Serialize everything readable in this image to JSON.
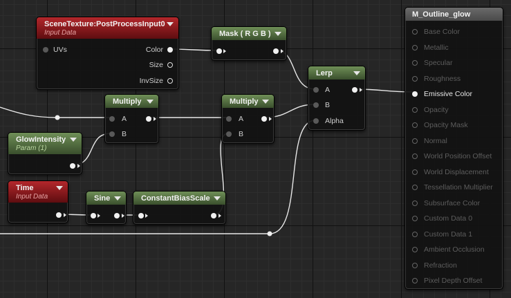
{
  "nodes": {
    "scene_texture": {
      "title": "SceneTexture:PostProcessInput0",
      "subtitle": "Input Data",
      "input_uvs": "UVs",
      "out_color": "Color",
      "out_size": "Size",
      "out_invsize": "InvSize"
    },
    "mask": {
      "title": "Mask ( R G B )"
    },
    "lerp": {
      "title": "Lerp",
      "in_a": "A",
      "in_b": "B",
      "in_alpha": "Alpha"
    },
    "multiply_1": {
      "title": "Multiply",
      "in_a": "A",
      "in_b": "B"
    },
    "multiply_2": {
      "title": "Multiply",
      "in_a": "A",
      "in_b": "B"
    },
    "glow_intensity": {
      "title": "GlowIntensity",
      "subtitle": "Param (1)"
    },
    "time": {
      "title": "Time",
      "subtitle": "Input Data"
    },
    "sine": {
      "title": "Sine"
    },
    "constant_bias_scale": {
      "title": "ConstantBiasScale"
    }
  },
  "result_node": {
    "title": "M_Outline_glow",
    "inputs": [
      {
        "label": "Base Color",
        "active": false
      },
      {
        "label": "Metallic",
        "active": false
      },
      {
        "label": "Specular",
        "active": false
      },
      {
        "label": "Roughness",
        "active": false
      },
      {
        "label": "Emissive Color",
        "active": true
      },
      {
        "label": "Opacity",
        "active": false
      },
      {
        "label": "Opacity Mask",
        "active": false
      },
      {
        "label": "Normal",
        "active": false
      },
      {
        "label": "World Position Offset",
        "active": false
      },
      {
        "label": "World Displacement",
        "active": false
      },
      {
        "label": "Tessellation Multiplier",
        "active": false
      },
      {
        "label": "Subsurface Color",
        "active": false
      },
      {
        "label": "Custom Data 0",
        "active": false
      },
      {
        "label": "Custom Data 1",
        "active": false
      },
      {
        "label": "Ambient Occlusion",
        "active": false
      },
      {
        "label": "Refraction",
        "active": false
      },
      {
        "label": "Pixel Depth Offset",
        "active": false
      }
    ]
  },
  "colors": {
    "grid_bg": "#262626",
    "wire": "#e8e8e8",
    "header_red": "#b3272b",
    "header_green": "#6f8f57",
    "active_pin": "#f0f0f0",
    "inactive_pin": "#666666"
  }
}
